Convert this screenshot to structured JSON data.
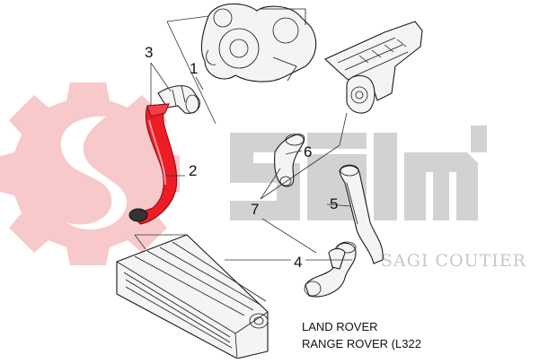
{
  "diagram": {
    "callouts": [
      "1",
      "2",
      "3",
      "4",
      "5",
      "6",
      "7"
    ],
    "caption_line1": "LAND ROVER",
    "caption_line2": "RANGE ROVER (L322",
    "watermark_text": "SAGI COUTIER",
    "colors": {
      "highlight": "#ee1c25",
      "gear_logo": "#f7c9cb",
      "watermark": "#c8c8c8",
      "line": "#1a1a1a"
    }
  }
}
